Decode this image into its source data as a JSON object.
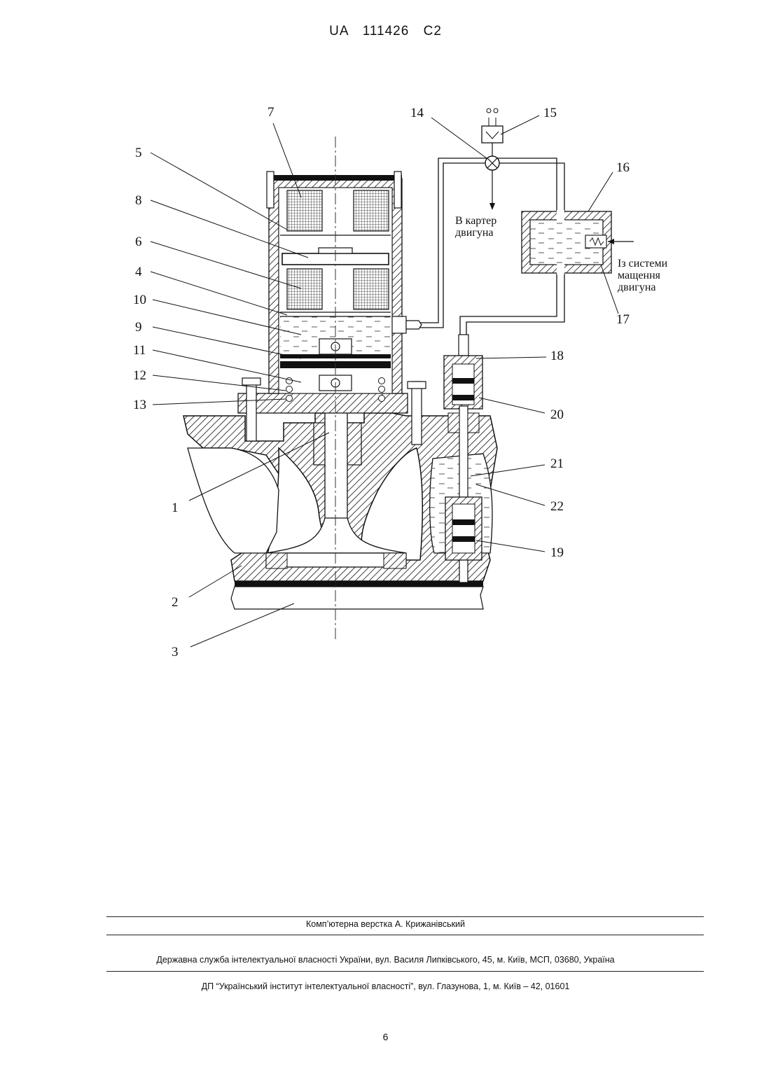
{
  "header": {
    "patent_id": "UA   111426   C2"
  },
  "figure": {
    "labels": [
      {
        "id": "l5",
        "text": "5"
      },
      {
        "id": "l7",
        "text": "7"
      },
      {
        "id": "l8",
        "text": "8"
      },
      {
        "id": "l6",
        "text": "6"
      },
      {
        "id": "l4",
        "text": "4"
      },
      {
        "id": "l10",
        "text": "10"
      },
      {
        "id": "l9",
        "text": "9"
      },
      {
        "id": "l11",
        "text": "11"
      },
      {
        "id": "l12",
        "text": "12"
      },
      {
        "id": "l13",
        "text": "13"
      },
      {
        "id": "l1",
        "text": "1"
      },
      {
        "id": "l2",
        "text": "2"
      },
      {
        "id": "l3",
        "text": "3"
      },
      {
        "id": "l14",
        "text": "14"
      },
      {
        "id": "l15",
        "text": "15"
      },
      {
        "id": "l16",
        "text": "16"
      },
      {
        "id": "l17",
        "text": "17"
      },
      {
        "id": "l18",
        "text": "18"
      },
      {
        "id": "l20",
        "text": "20"
      },
      {
        "id": "l21",
        "text": "21"
      },
      {
        "id": "l22",
        "text": "22"
      },
      {
        "id": "l19",
        "text": "19"
      }
    ],
    "captions": {
      "crankcase_line1": "В картер",
      "crankcase_line2": "двигуна",
      "lube_line1": "Із системи",
      "lube_line2": "мащення",
      "lube_line3": "двигуна"
    }
  },
  "footer": {
    "layout": "Комп’ютерна верстка А. Крижанівський",
    "service": "Державна служба інтелектуальної власності України, вул. Василя Липківського, 45, м. Київ, МСП, 03680, Україна",
    "institute": "ДП “Український інститут інтелектуальної власності”, вул. Глазунова, 1, м. Київ – 42, 01601"
  },
  "page_number": "6"
}
